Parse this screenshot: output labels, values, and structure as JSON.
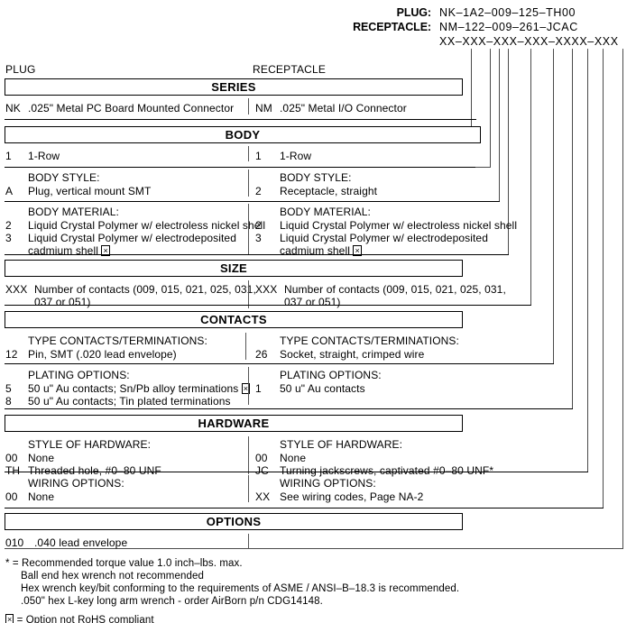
{
  "part_number": {
    "plug_label": "PLUG:",
    "plug_value": "NK–1A2–009–125–TH00",
    "receptacle_label": "RECEPTACLE:",
    "receptacle_value": "NM–122–009–261–JCAC",
    "mask": "XX–XXX–XXX–XXX–XXXX–XXX"
  },
  "columns": {
    "left_caption": "PLUG",
    "right_caption": "RECEPTACLE"
  },
  "sections": {
    "series": {
      "title": "SERIES",
      "left_code": "NK",
      "left_text": ".025\" Metal PC Board Mounted Connector",
      "right_code": "NM",
      "right_text": ".025\" Metal I/O Connector"
    },
    "body": {
      "title": "BODY",
      "row_rows": {
        "left_code": "1",
        "left_text": "1-Row",
        "right_code": "1",
        "right_text": "1-Row"
      },
      "style": {
        "heading": "BODY STYLE:",
        "left_code": "A",
        "left_text": "Plug, vertical mount SMT",
        "right_code": "2",
        "right_text": "Receptacle, straight"
      },
      "material": {
        "heading": "BODY MATERIAL:",
        "left_code_1": "2",
        "left_text_1": "Liquid Crystal Polymer w/ electroless nickel shell",
        "left_code_2": "3",
        "left_text_2a": "Liquid Crystal Polymer w/ electrodeposited",
        "left_text_2b": "cadmium shell",
        "right_code_1": "2",
        "right_text_1": "Liquid Crystal Polymer w/ electroless nickel shell",
        "right_code_2": "3",
        "right_text_2a": "Liquid Crystal Polymer w/ electrodeposited",
        "right_text_2b": "cadmium shell"
      }
    },
    "size": {
      "title": "SIZE",
      "left_code": "XXX",
      "left_text_1": "Number of contacts (009, 015, 021, 025, 031,",
      "left_text_2": "037 or 051)",
      "right_code": "XXX",
      "right_text_1": "Number of contacts (009, 015, 021, 025, 031,",
      "right_text_2": "037 or 051)"
    },
    "contacts": {
      "title": "CONTACTS",
      "type": {
        "heading": "TYPE CONTACTS/TERMINATIONS:",
        "left_code": "12",
        "left_text": "Pin, SMT (.020 lead envelope)",
        "right_heading": "TYPE CONTACTS/TERMINATIONS:",
        "right_code": "26",
        "right_text": "Socket, straight, crimped wire"
      },
      "plating": {
        "heading": "PLATING OPTIONS:",
        "left_code_1": "5",
        "left_text_1": "50 u\" Au contacts; Sn/Pb alloy terminations",
        "left_code_2": "8",
        "left_text_2": "50 u\" Au contacts; Tin plated terminations",
        "right_heading": "PLATING OPTIONS:",
        "right_code": "1",
        "right_text": "50 u\" Au contacts"
      }
    },
    "hardware": {
      "title": "HARDWARE",
      "style": {
        "heading": "STYLE OF HARDWARE:",
        "left_code_1": "00",
        "left_text_1": "None",
        "left_code_2": "TH",
        "left_text_2": "Threaded hole, #0–80 UNF",
        "right_heading": "STYLE OF HARDWARE:",
        "right_code_1": "00",
        "right_text_1": "None",
        "right_code_2": "JC",
        "right_text_2": "Turning jackscrews, captivated #0–80 UNF*"
      },
      "wiring": {
        "heading": "WIRING OPTIONS:",
        "left_code": "00",
        "left_text": "None",
        "right_heading": "WIRING OPTIONS:",
        "right_code": "XX",
        "right_text": "See wiring codes, Page NA-2"
      }
    },
    "options": {
      "title": "OPTIONS",
      "left_code": "010",
      "left_text": ".040 lead envelope"
    }
  },
  "footnotes": {
    "asterisk_1": "* = Recommended torque value 1.0 inch–lbs. max.",
    "asterisk_2": "Ball end hex wrench not recommended",
    "asterisk_3": "Hex wrench key/bit conforming to the requirements of ASME / ANSI–B–18.3 is recommended.",
    "asterisk_4": ".050\" hex L-key long arm wrench - order AirBorn p/n CDG14148.",
    "rohs_text": "= Option not RoHS compliant"
  },
  "icons": {
    "not_rohs_symbol": "⊠"
  }
}
